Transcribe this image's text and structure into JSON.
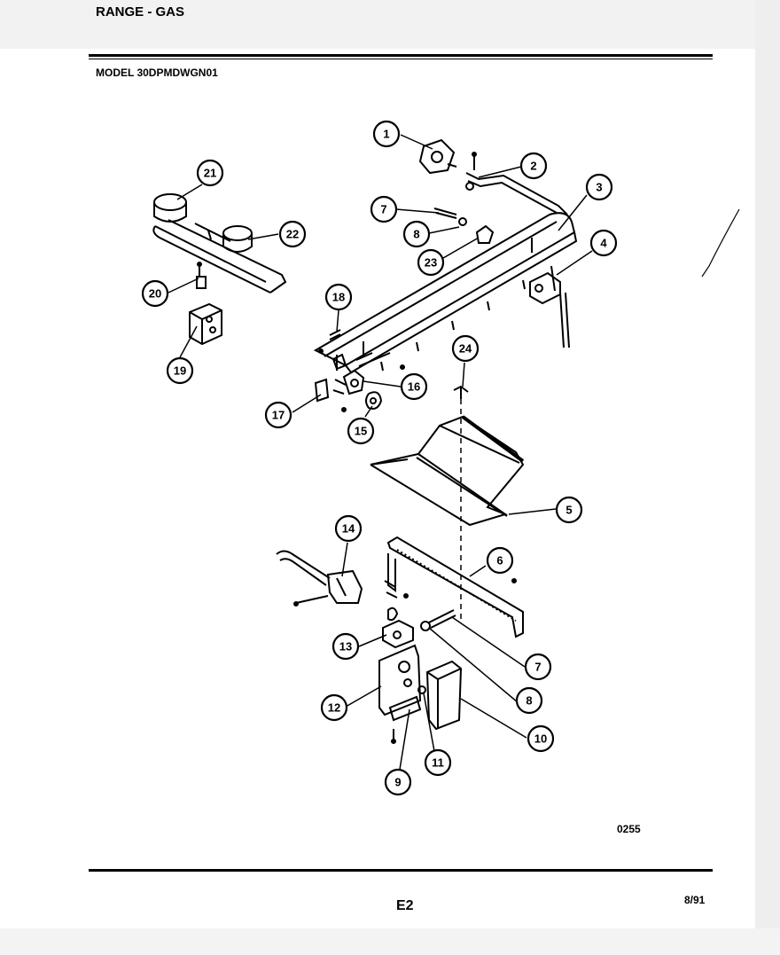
{
  "header": {
    "title": "RANGE - GAS",
    "model": "MODEL 30DPMDWGN01"
  },
  "footer": {
    "drawing_code": "0255",
    "page": "E2",
    "date": "8/91"
  },
  "callouts": [
    "1",
    "2",
    "3",
    "4",
    "5",
    "6",
    "7",
    "8",
    "23",
    "18",
    "17",
    "16",
    "15",
    "24",
    "19",
    "20",
    "21",
    "22",
    "14",
    "13",
    "12",
    "9",
    "11",
    "10"
  ]
}
